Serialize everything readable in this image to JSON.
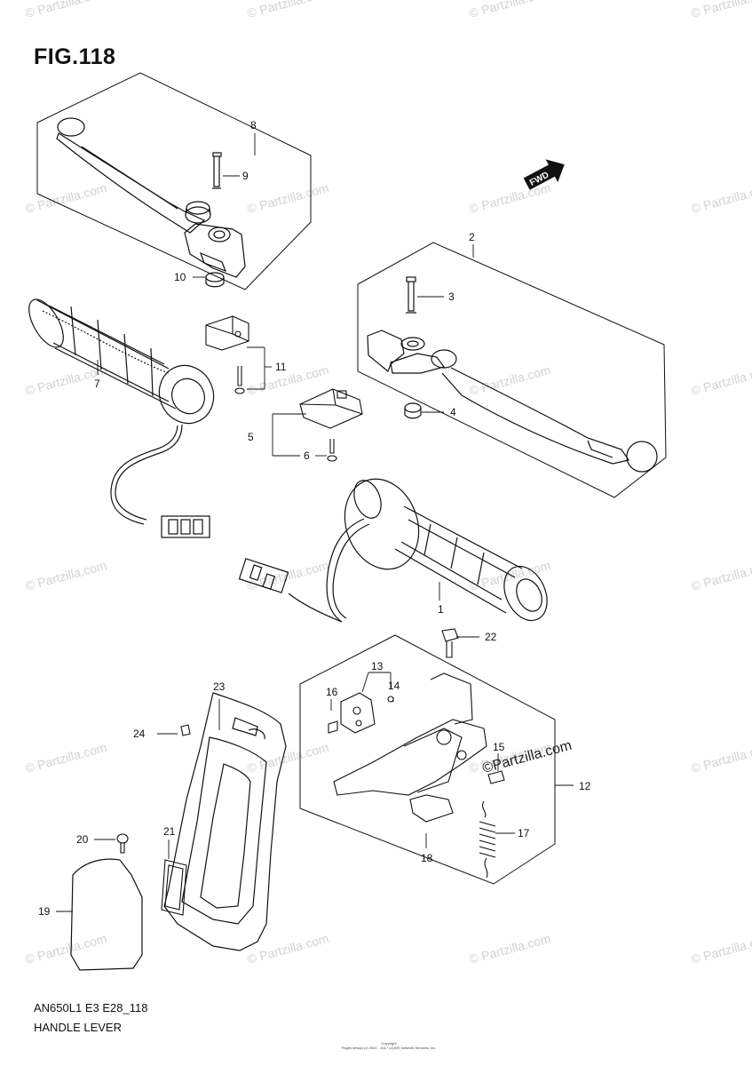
{
  "figure": {
    "title": "FIG.118"
  },
  "model_code": "AN650L1 E3 E28_118",
  "caption": "HANDLE LEVER",
  "copyright": [
    "Copyright",
    "Pages design (c) 2001 - 2017 (c) ARI Network Services, Inc."
  ],
  "watermark_text": "© Partzilla.com",
  "dealer_watermark": "©Partzilla.com",
  "fwd_badge": "FWD",
  "callouts": [
    "1",
    "2",
    "3",
    "4",
    "5",
    "6",
    "7",
    "8",
    "9",
    "10",
    "11",
    "12",
    "13",
    "14",
    "15",
    "16",
    "17",
    "18",
    "19",
    "20",
    "21",
    "22",
    "23",
    "24"
  ]
}
